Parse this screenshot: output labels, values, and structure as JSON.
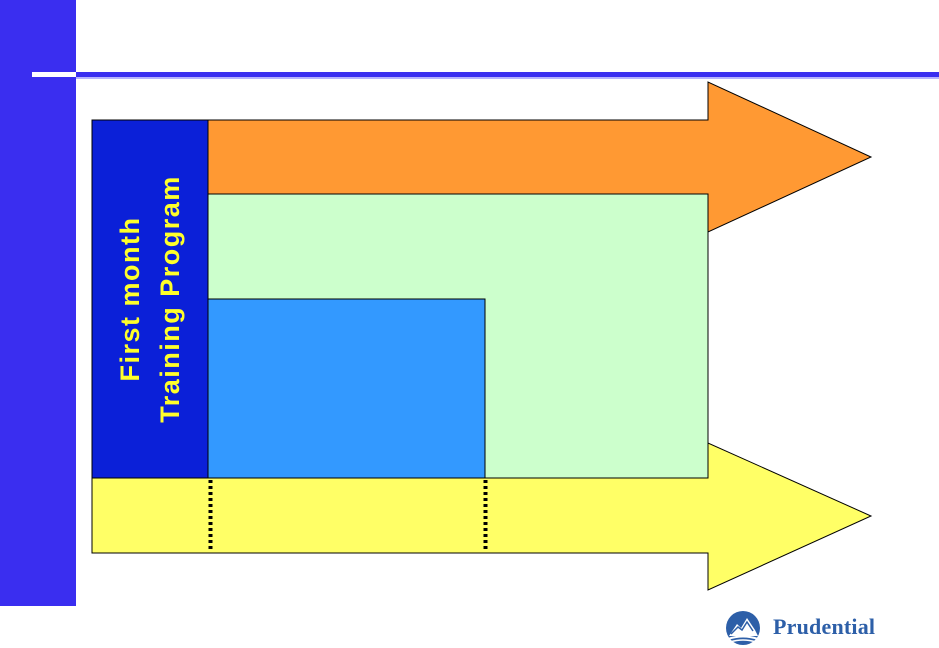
{
  "diagram": {
    "side_label": {
      "line1": "First month",
      "line2": "Training Program"
    }
  },
  "colors": {
    "sidebar": "#3a2ef0",
    "label_block": "#0b20d8",
    "label_text": "#ffff2a",
    "top_arrow": "#ff9933",
    "mid_block": "#ccffcc",
    "inner_block": "#3399ff",
    "bottom_arrow": "#ffff66"
  },
  "logo": {
    "text": "Prudential",
    "icon": "rock-of-gibraltar-icon"
  }
}
